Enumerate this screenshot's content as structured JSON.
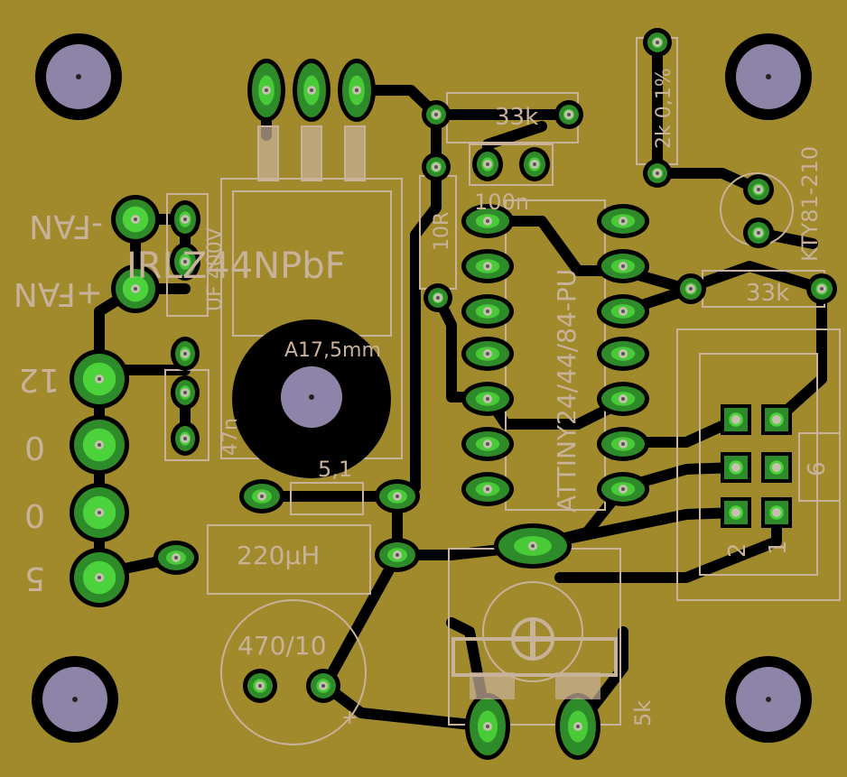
{
  "colors": {
    "board": "#a08a2c",
    "trace": "#000000",
    "silkscreen": "#c8b29a",
    "pad_copper": "#2e8b2a",
    "pad_bright": "#4cd23a",
    "hole": "#c8c0ae",
    "mount_hole": "#8e84a8"
  },
  "labels": {
    "fan_minus": "-FAN",
    "fan_plus": "+FAN",
    "pin_12": "12",
    "pin_0a": "0",
    "pin_0b": "0",
    "pin_5": "5",
    "transistor": "IRLZ44NPbF",
    "diode_uf": "UF 400V",
    "heatsink": "A17,5mm",
    "cap_47": "47n",
    "zener": "5,1",
    "inductor": "220µH",
    "elcap": "470/10",
    "elcap_plus": "+",
    "res_10r": "10R",
    "res_33k_top": "33k",
    "cap_100n": "100n",
    "mcu": "ATTINY24/44/84-PU",
    "res_2k": "2k 0,1%",
    "sensor": "KTY81-210",
    "res_33k_right": "33k",
    "header_6": "6",
    "header_2": "2",
    "header_1": "1",
    "pot": "5k"
  }
}
